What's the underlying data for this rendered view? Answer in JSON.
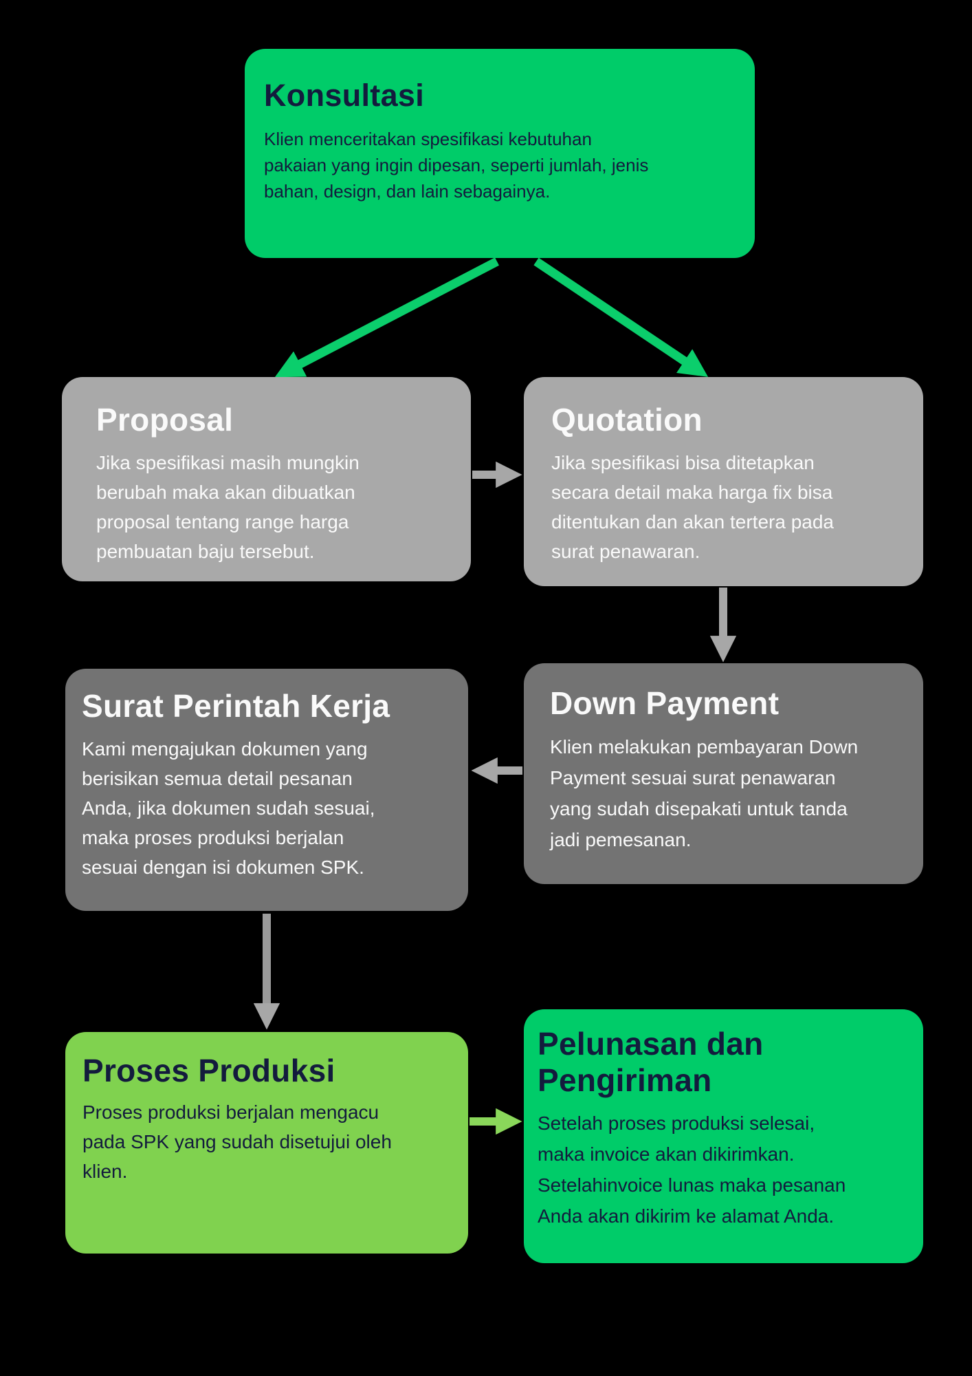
{
  "canvas": {
    "background": "#000000"
  },
  "colors": {
    "background": "#000000",
    "green": "#00CC69",
    "light-green": "#80D24F",
    "light-gray": "#A9A9A9",
    "dark-gray": "#737373",
    "arrow-green": "#0BCE6C",
    "arrow-gray": "#A7A7A7",
    "arrow-light-green": "#8AD75A",
    "navy-text": "#131B3D",
    "white-text": "#FAFAFA"
  },
  "nodes": {
    "konsultasi": {
      "title": "Konsultasi",
      "body": "Klien menceritakan spesifikasi kebutuhan\npakaian yang ingin dipesan, seperti jumlah, jenis\nbahan, design, dan lain sebagainya."
    },
    "proposal": {
      "title": "Proposal",
      "body": "Jika spesifikasi masih mungkin\nberubah maka akan dibuatkan\nproposal tentang range harga\npembuatan baju tersebut."
    },
    "quotation": {
      "title": "Quotation",
      "body": "Jika spesifikasi bisa ditetapkan\nsecara detail maka harga fix bisa\nditentukan dan akan tertera pada\nsurat penawaran."
    },
    "spk": {
      "title": "Surat Perintah Kerja",
      "body": "Kami mengajukan dokumen yang\nberisikan semua detail pesanan\nAnda, jika dokumen sudah sesuai,\nmaka proses produksi berjalan\nsesuai dengan isi  dokumen SPK."
    },
    "down_payment": {
      "title": "Down Payment",
      "body": "Klien melakukan pembayaran Down\nPayment sesuai surat penawaran\nyang sudah disepakati untuk tanda\njadi pemesanan."
    },
    "proses_produksi": {
      "title": "Proses Produksi",
      "body": "Proses produksi berjalan mengacu\npada SPK yang sudah disetujui oleh\nklien."
    },
    "pelunasan": {
      "title": "Pelunasan dan\nPengiriman",
      "body": "Setelah proses produksi selesai,\nmaka invoice akan dikirimkan.\nSetelahinvoice lunas maka pesanan\nAnda akan dikirim ke alamat Anda."
    }
  },
  "edges": [
    {
      "from": "Konsultasi",
      "to": "Proposal",
      "color": "green"
    },
    {
      "from": "Konsultasi",
      "to": "Quotation",
      "color": "green"
    },
    {
      "from": "Proposal",
      "to": "Quotation",
      "color": "gray"
    },
    {
      "from": "Quotation",
      "to": "Down Payment",
      "color": "gray"
    },
    {
      "from": "Down Payment",
      "to": "Surat Perintah Kerja",
      "color": "gray"
    },
    {
      "from": "Surat Perintah Kerja",
      "to": "Proses Produksi",
      "color": "gray"
    },
    {
      "from": "Proses Produksi",
      "to": "Pelunasan dan Pengiriman",
      "color": "light-green"
    }
  ]
}
